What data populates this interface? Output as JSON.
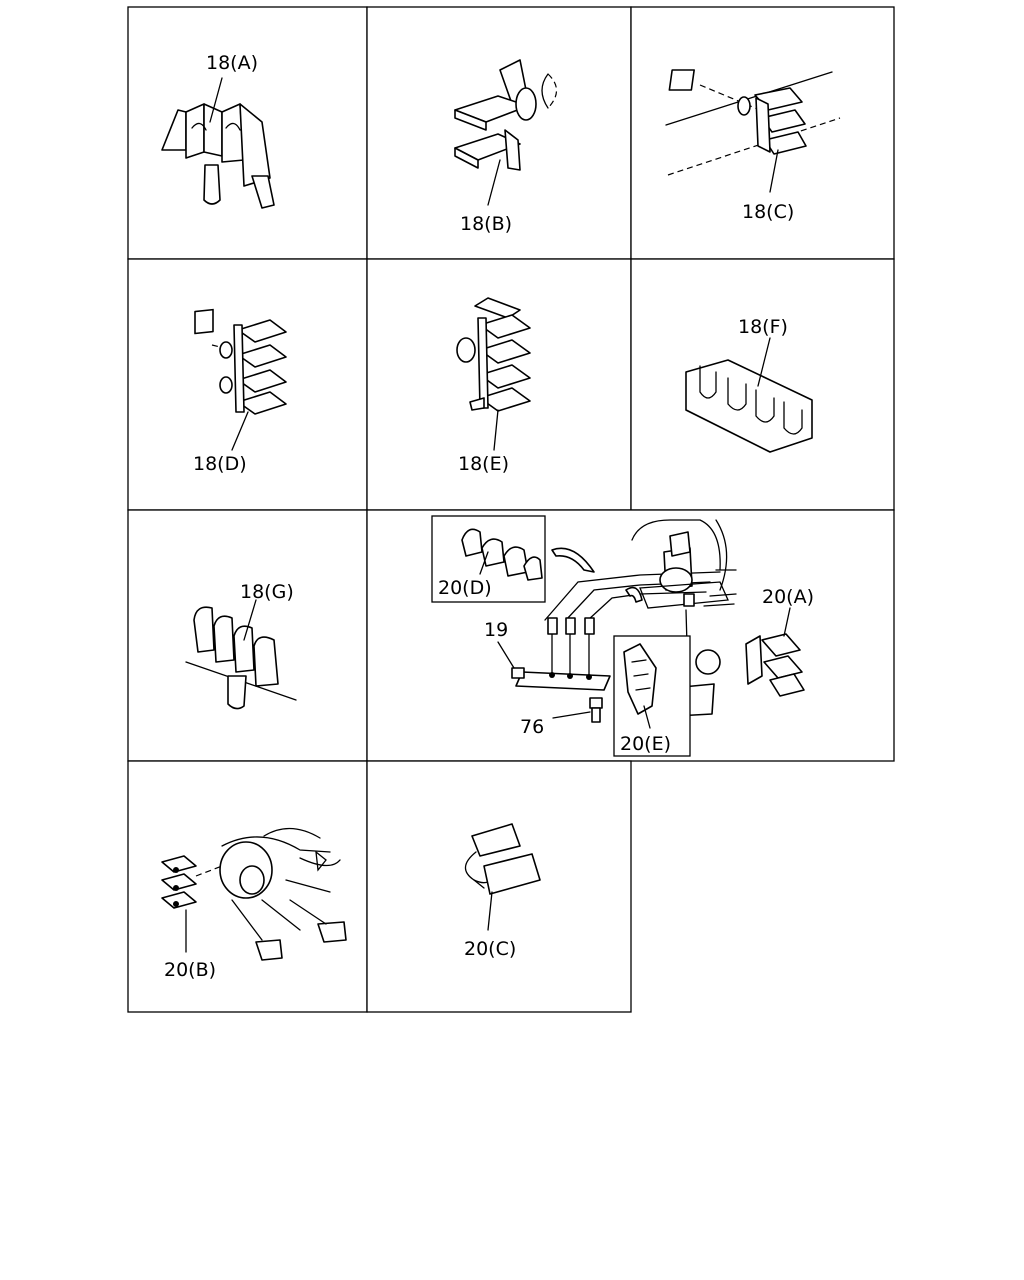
{
  "figure": {
    "labels": {
      "clip_18a": "18(A)",
      "clip_18b": "18(B)",
      "clip_18c": "18(C)",
      "clip_18d": "18(D)",
      "clip_18e": "18(E)",
      "clip_18f": "18(F)",
      "clip_18g": "18(G)",
      "clip_20a": "20(A)",
      "clip_20b": "20(B)",
      "clip_20c": "20(C)",
      "clip_20d": "20(D)",
      "clip_20e": "20(E)",
      "part_19": "19",
      "part_76": "76"
    }
  }
}
